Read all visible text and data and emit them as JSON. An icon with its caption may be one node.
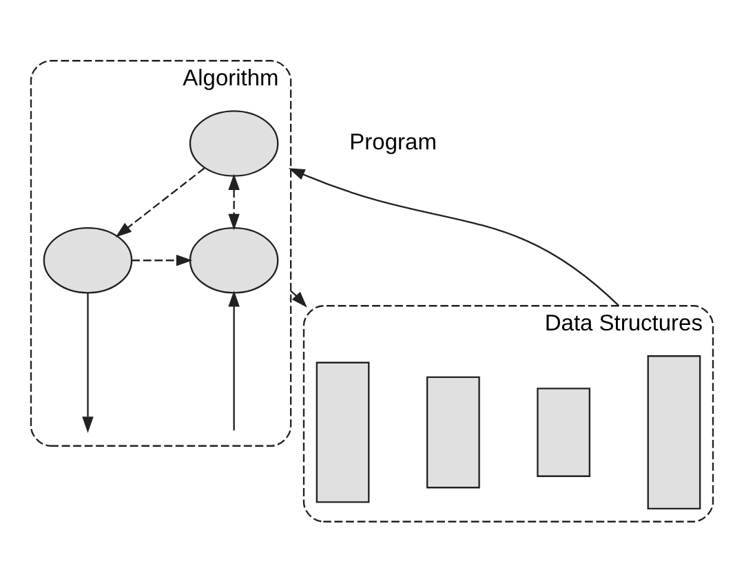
{
  "diagram": {
    "nodes": [
      {
        "text": [
          "Algorithm"
        ]
      },
      {
        "text": [],
        "shape": "circle",
        "in": 0
      },
      {
        "text": [],
        "shape": "circle",
        "in": 0
      },
      {
        "text": [],
        "shape": "circle",
        "in": 0
      },
      {
        "text": [
          "Data Structures"
        ]
      },
      {
        "text": [],
        "shape": "bar",
        "in": 4
      },
      {
        "text": [],
        "shape": "bar",
        "in": 4
      },
      {
        "text": [],
        "shape": "bar",
        "in": 4
      },
      {
        "text": [],
        "shape": "bar",
        "in": 4
      }
    ],
    "edges": [
      {
        "from": 1,
        "to": 2,
        "arrow": "to",
        "style": "dashed"
      },
      {
        "from": 1,
        "to": 3,
        "arrow": "both",
        "style": "dashed"
      },
      {
        "from": 2,
        "to": 3,
        "arrow": "to",
        "style": "dashed"
      },
      {
        "from": 2,
        "to": null,
        "arrow": "to"
      },
      {
        "from": null,
        "to": 3,
        "arrow": "to"
      },
      {
        "from": 0,
        "to": 4,
        "arrow": "to"
      },
      {
        "from": 4,
        "to": 0,
        "arrow": "to"
      }
    ],
    "labels": [
      "Program"
    ]
  }
}
